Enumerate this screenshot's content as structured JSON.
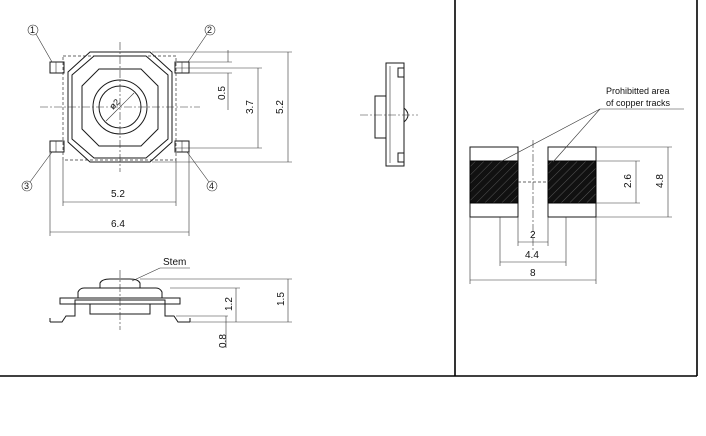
{
  "pins": [
    "1",
    "2",
    "3",
    "4"
  ],
  "top_view": {
    "diameter_label": "ø2",
    "dim_pin_pitch": "0.5",
    "dim_body_height": "3.7",
    "dim_overall_height": "5.2",
    "dim_body_width": "5.2",
    "dim_overall_width": "6.4"
  },
  "side_view": {
    "stem_label": "Stem",
    "dim_body": "1.2",
    "dim_total": "1.5",
    "dim_base": "0.8"
  },
  "footprint": {
    "note_line1": "Prohibitted area",
    "note_line2": "of copper tracks",
    "dim_pad_height": "2.6",
    "dim_total_height": "4.8",
    "dim_gap": "2",
    "dim_inner": "4.4",
    "dim_outer": "8"
  }
}
